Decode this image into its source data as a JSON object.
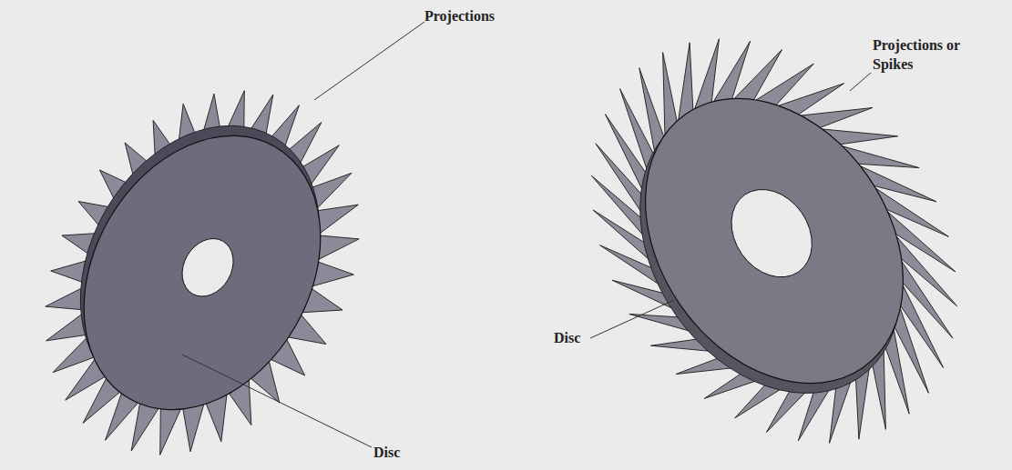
{
  "diagram": {
    "labels": [
      "Projections",
      "Projections or Spikes",
      "Disc",
      "Disc"
    ]
  }
}
